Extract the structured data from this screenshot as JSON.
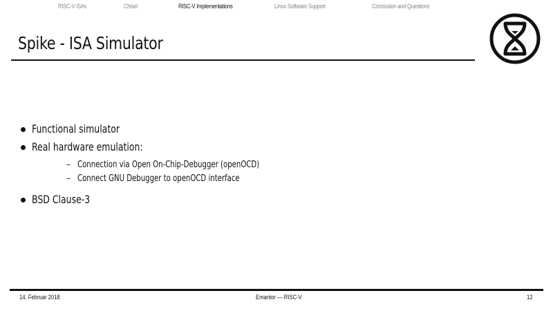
{
  "nav": {
    "sections": [
      {
        "label": "RISC-V ISAs",
        "active": false
      },
      {
        "label": "Chisel",
        "active": false
      },
      {
        "label": "RISC-V Implementations",
        "active": true
      },
      {
        "label": "Linux Software Support",
        "active": false
      },
      {
        "label": "Conclusion and Questions",
        "active": false
      }
    ]
  },
  "slide": {
    "title": "Spike - ISA Simulator",
    "logo_icon": "hourglass-circle-logo",
    "bullets": [
      {
        "text": "Functional simulator"
      },
      {
        "text": "Real hardware emulation:",
        "subitems": [
          {
            "text": "Connection via Open On-Chip-Debugger (openOCD)"
          },
          {
            "text": "Connect GNU Debugger to openOCD interface"
          }
        ]
      },
      {
        "text": "BSD Clause-3"
      }
    ]
  },
  "footer": {
    "date": "14. Februar 2018",
    "center": "Emantor — RISC-V",
    "page": "12"
  },
  "colors": {
    "text": "#111111",
    "nav_inactive": "#888888",
    "background": "#ffffff"
  }
}
